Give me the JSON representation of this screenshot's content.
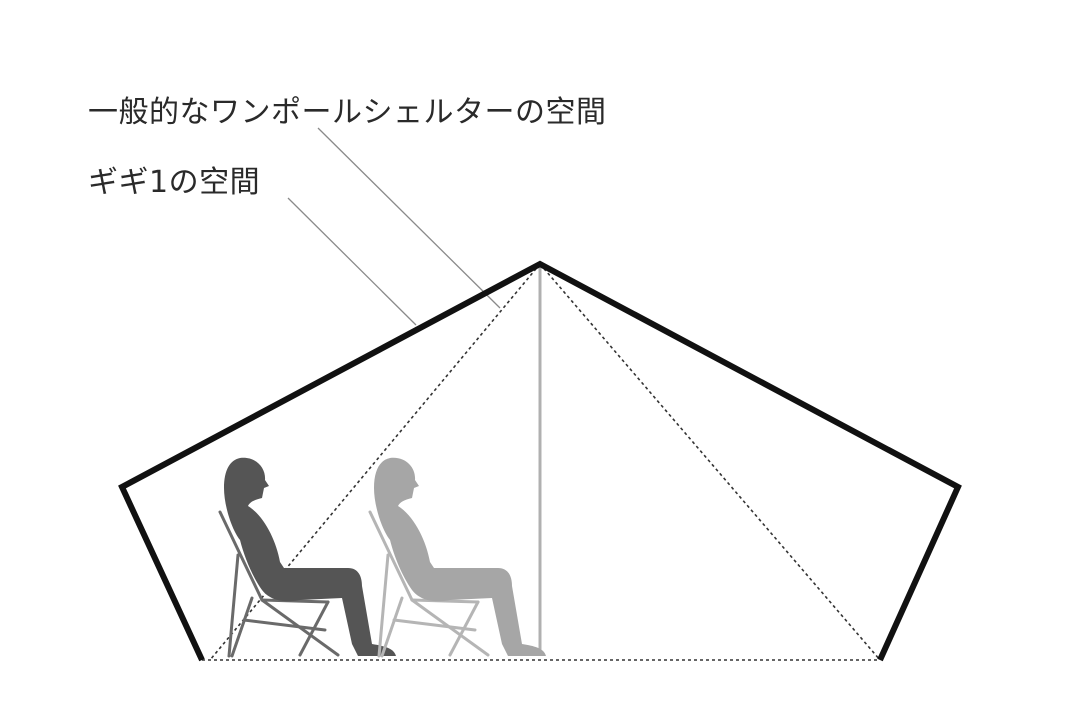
{
  "labels": {
    "one_pole_shelter_space": "一般的なワンポールシェルターの空間",
    "gigi1_space": "ギギ1の空間"
  },
  "colors": {
    "tent_outline": "#111111",
    "pole": "#b0b0b0",
    "leader_line": "#8a8a8a",
    "dashed_line": "#333333",
    "person_dark": "#555555",
    "person_light": "#a6a6a6",
    "chair_dark": "#6a6a6a",
    "chair_light": "#b5b5b5"
  },
  "figures": [
    {
      "name": "seated-person-gigi",
      "shade": "dark"
    },
    {
      "name": "seated-person-one-pole",
      "shade": "light"
    }
  ]
}
